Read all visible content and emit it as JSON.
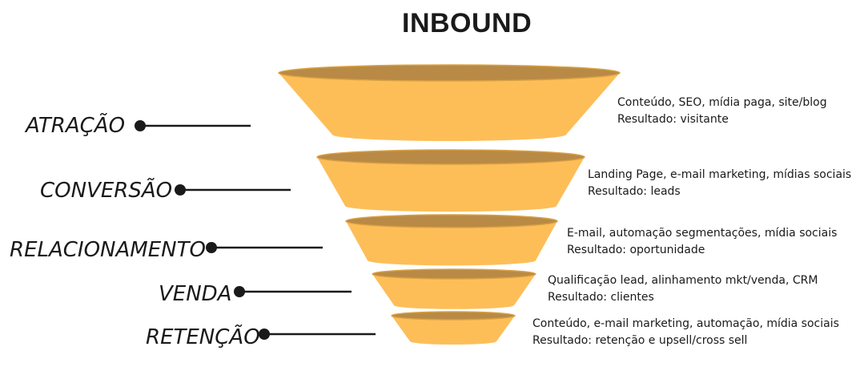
{
  "title": "INBOUND",
  "colors": {
    "funnel_body": "#FDBE58",
    "funnel_top": "#B98A45",
    "funnel_edge": "#D9A043",
    "connector": "#1a1a1a"
  },
  "stages": [
    {
      "label": "ATRAÇÃO",
      "desc_line1": "Conteúdo, SEO, mídia paga, site/blog",
      "desc_line2": "Resultado: visitante"
    },
    {
      "label": "CONVERSÃO",
      "desc_line1": "Landing Page, e-mail marketing, mídias sociais",
      "desc_line2": "Resultado: leads"
    },
    {
      "label": "RELACIONAMENTO",
      "desc_line1": "E-mail, automação segmentações, mídia sociais",
      "desc_line2": "Resultado: oportunidade"
    },
    {
      "label": "VENDA",
      "desc_line1": "Qualificação lead, alinhamento mkt/venda, CRM",
      "desc_line2": "Resultado: clientes"
    },
    {
      "label": "RETENÇÃO",
      "desc_line1": "Conteúdo, e-mail marketing, automação, mídia sociais",
      "desc_line2": "Resultado: retenção e upsell/cross sell"
    }
  ]
}
